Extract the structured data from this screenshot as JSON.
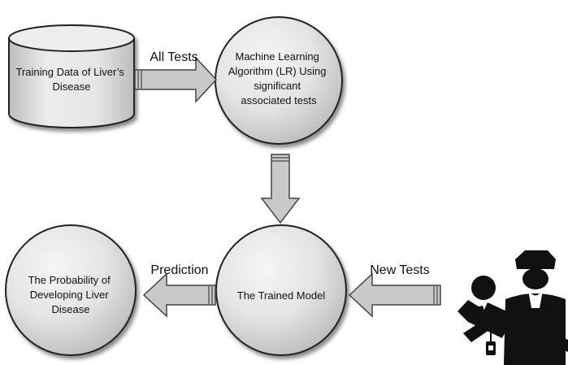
{
  "diagram": {
    "nodes": {
      "training_data": {
        "lines": [
          "Training Data of Liver’s",
          "Disease"
        ]
      },
      "ml_algorithm": {
        "lines": [
          "Machine Learning",
          "Algorithm (LR) Using",
          "significant",
          "associated  tests"
        ]
      },
      "trained_model": {
        "lines": [
          "The Trained Model"
        ]
      },
      "probability": {
        "lines": [
          "The Probability of",
          "Developing Liver",
          "Disease"
        ]
      }
    },
    "edges": {
      "all_tests": "All Tests",
      "new_tests": "New Tests",
      "prediction": "Prediction"
    },
    "icons": {
      "clinician_patient": "doctor-patient-icon"
    }
  }
}
